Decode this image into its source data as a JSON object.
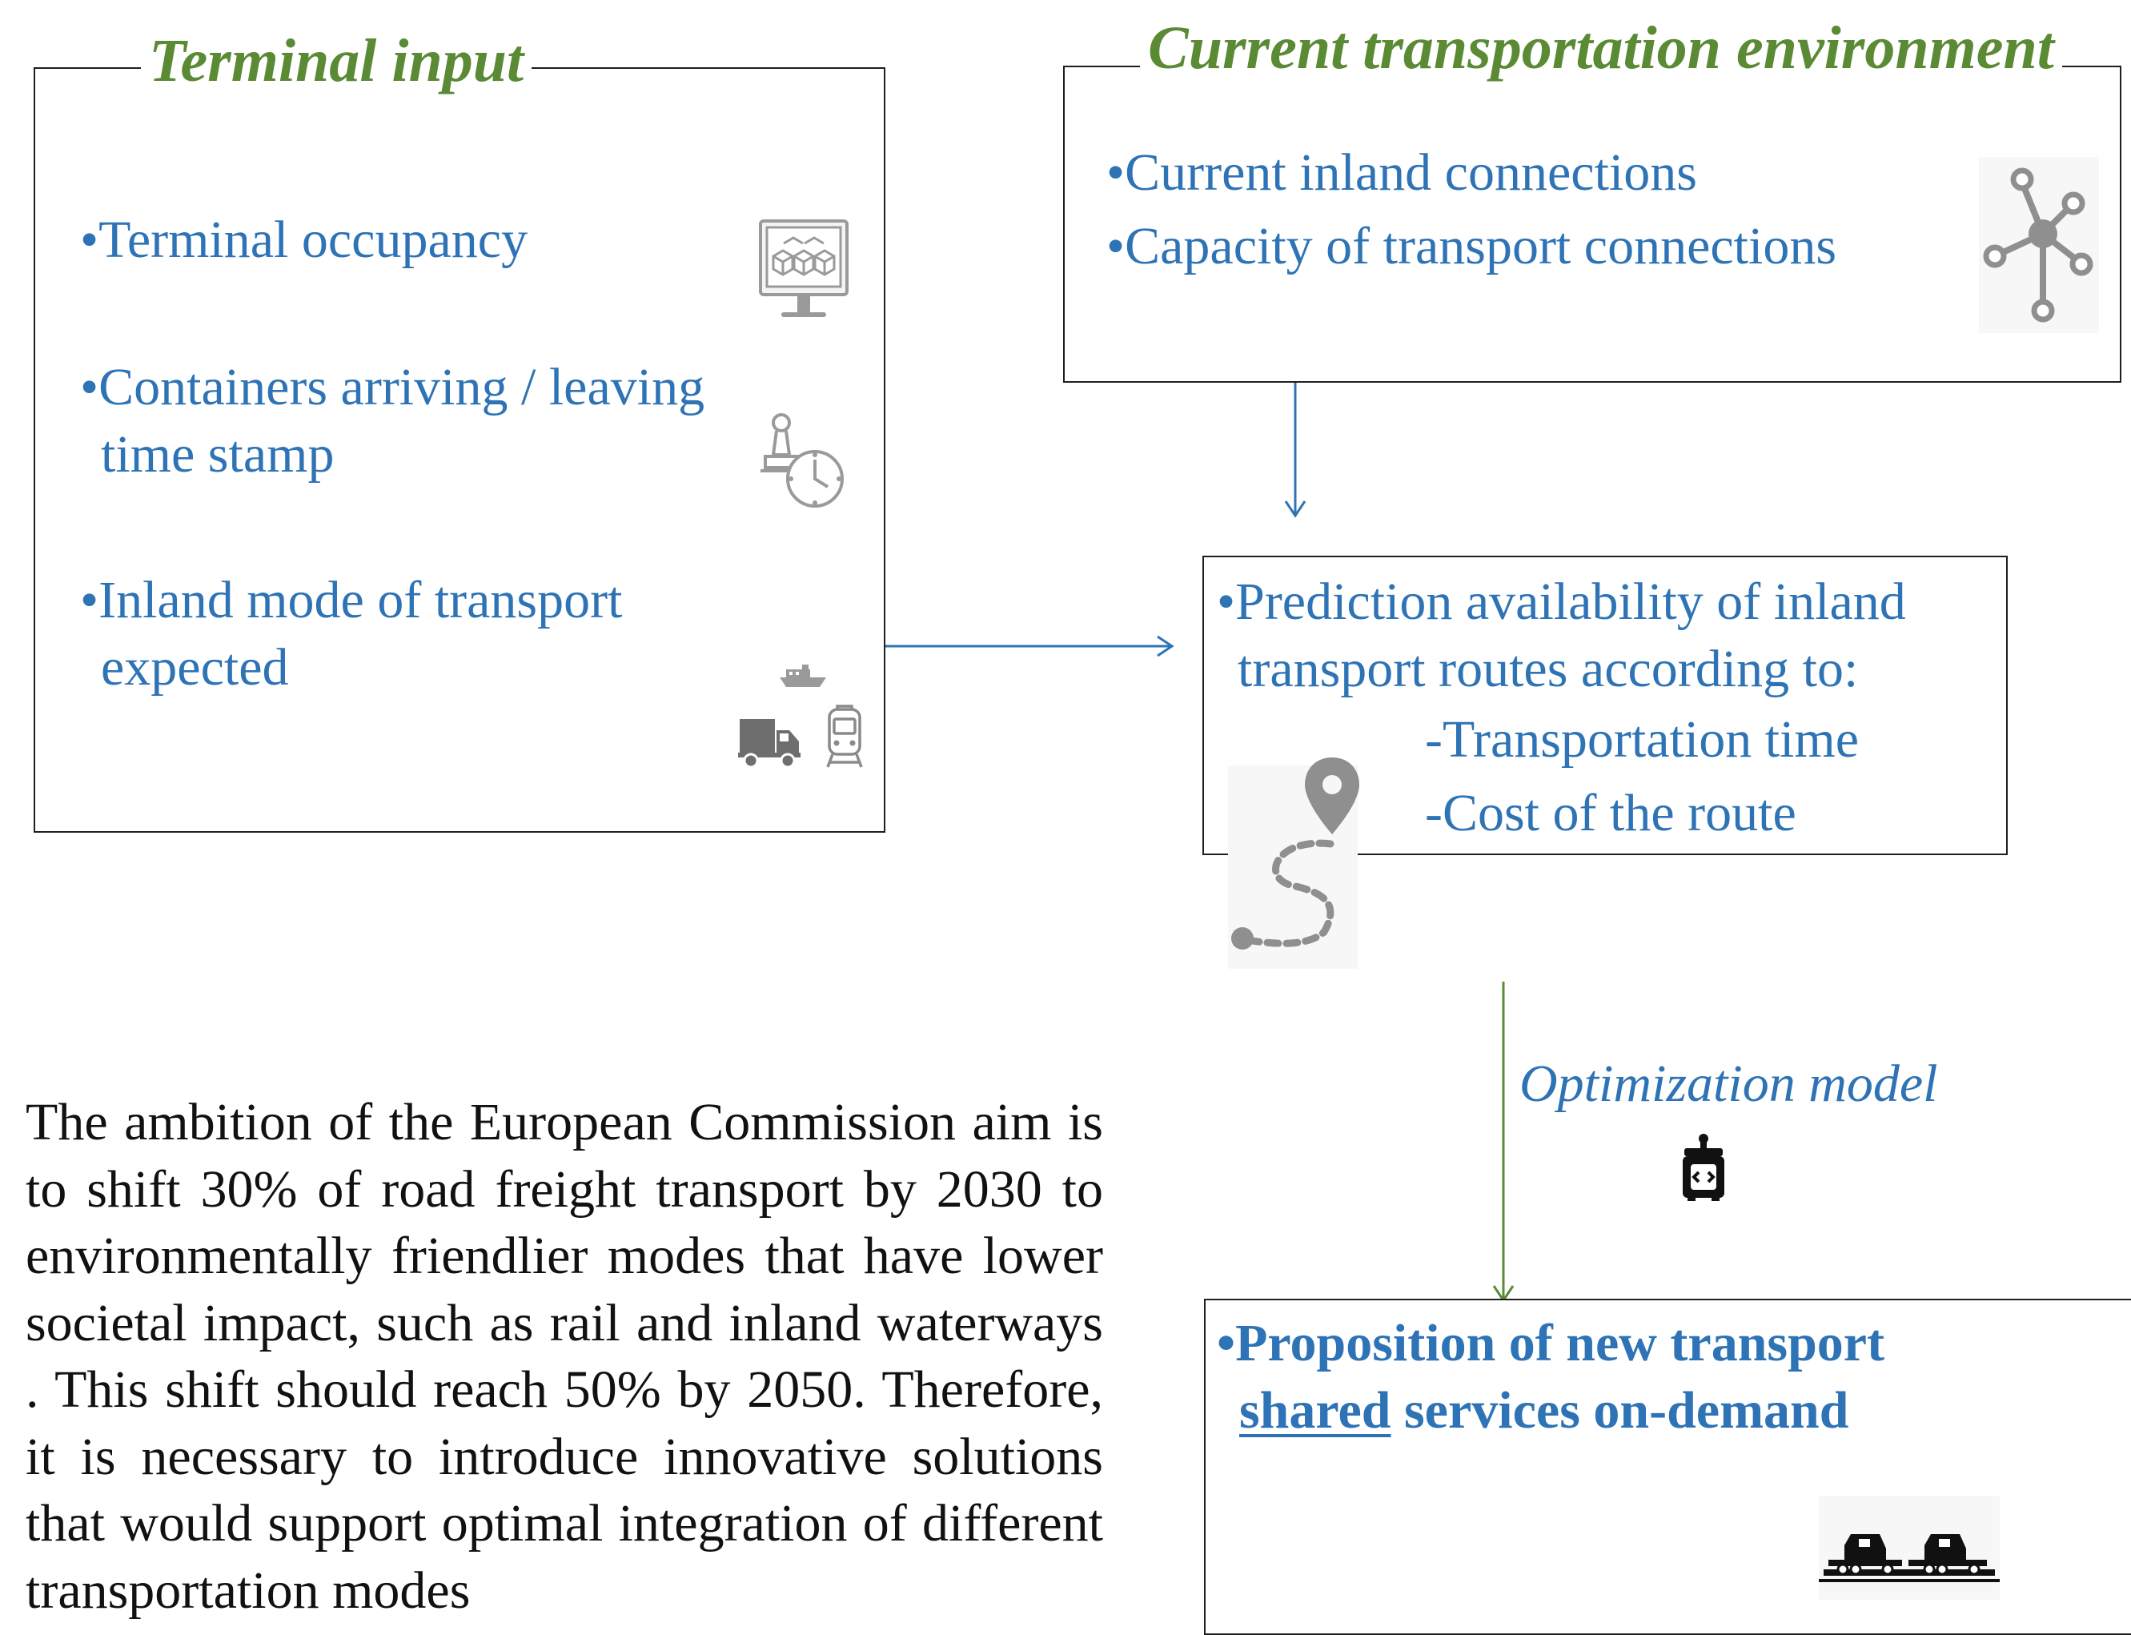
{
  "terminal_input": {
    "title": "Terminal input",
    "items": [
      "•Terminal occupancy",
      "•Containers arriving / leaving",
      "time stamp",
      "•Inland mode of transport",
      "expected"
    ]
  },
  "environment": {
    "title": "Current transportation environment",
    "items": [
      "•Current inland connections",
      "•Capacity of transport connections"
    ]
  },
  "prediction": {
    "lines": [
      "•Prediction availability of inland",
      "transport routes according to:",
      "-Transportation time",
      "-Cost of the route"
    ]
  },
  "optimization": {
    "label": "Optimization model"
  },
  "proposition": {
    "bullet": "•",
    "line1": "Proposition of new transport",
    "shared": "shared",
    "line2_rest": " services on-demand"
  },
  "paragraph": "The ambition of the European Commission aim is to shift 30% of road freight transport by 2030 to environmentally friendlier modes that have lower societal impact, such as rail and inland waterways . This shift should reach 50% by 2050. Therefore, it is necessary to introduce innovative  solutions that would support optimal integration  of  different  transportation  modes",
  "colors": {
    "title_green": "#5b8a35",
    "text_blue": "#2e73b5",
    "border": "#1e1e1e",
    "arrow_blue": "#2e73b5",
    "arrow_green": "#5b8a35",
    "icon_grey": "#9a9a9a"
  },
  "icons": [
    "monitor-boxes-icon",
    "stamp-clock-icon",
    "ship-icon",
    "truck-icon",
    "train-icon",
    "network-icon",
    "route-pin-icon",
    "robot-icon",
    "rail-truck-icon"
  ]
}
